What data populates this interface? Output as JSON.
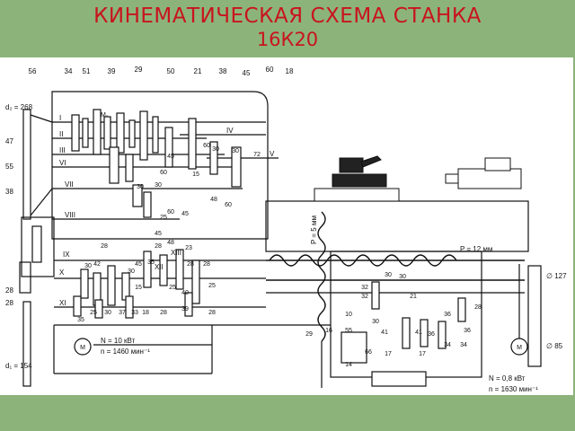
{
  "slide": {
    "title_line1": "КИНЕМАТИЧЕСКАЯ СХЕМА СТАНКА",
    "title_line2": "16К20",
    "colors": {
      "background": "#8cb47a",
      "title": "#c8141e",
      "sheet": "#ffffff",
      "ink": "#111111"
    }
  },
  "diagram": {
    "top_numbers": [
      "56",
      "34",
      "51",
      "39",
      "29",
      "50",
      "21",
      "38",
      "45",
      "60",
      "18"
    ],
    "left_labels": [
      "d₂ = 268",
      "47",
      "55",
      "38",
      "28",
      "28"
    ],
    "d1_label": "d₁ = 154",
    "shaft_labels": [
      "I",
      "II",
      "III",
      "VI",
      "VII",
      "VIII",
      "IX",
      "X",
      "XI",
      "IV",
      "V",
      "XII",
      "XIII"
    ],
    "clutch_label": "M₁",
    "mid_numbers": [
      "60",
      "30",
      "30",
      "72",
      "45",
      "60",
      "15",
      "30",
      "30",
      "48",
      "60",
      "60",
      "45",
      "25",
      "45",
      "48",
      "28",
      "28",
      "23",
      "42",
      "30",
      "45",
      "35",
      "30",
      "28",
      "28",
      "15",
      "25",
      "40",
      "25",
      "39",
      "28",
      "28",
      "35",
      "30",
      "37",
      "33",
      "18",
      "25",
      "30",
      "30",
      "32",
      "32",
      "21",
      "10",
      "30",
      "36",
      "55",
      "16",
      "29",
      "41",
      "41",
      "36",
      "36",
      "34",
      "34",
      "66",
      "17",
      "17",
      "28",
      "14"
    ],
    "screw_pitch_vertical": "P = 5 мм",
    "screw_pitch_lead": "P = 12 мм",
    "diameter_127": "∅ 127",
    "diameter_85": "∅ 85",
    "motor_label": "M",
    "main_motor_power": "N = 10 кВт",
    "main_motor_speed": "n = 1460 мин⁻¹",
    "aux_motor_power": "N = 0,8 кВт",
    "aux_motor_speed": "n = 1630 мин⁻¹"
  }
}
